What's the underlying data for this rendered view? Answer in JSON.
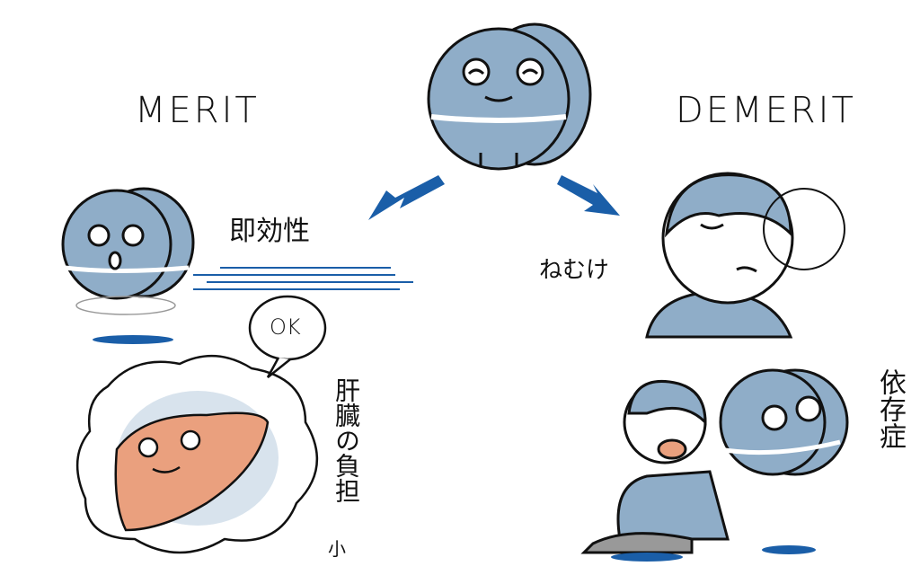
{
  "labels": {
    "merit": "MERIT",
    "demerit": "DEMERIT",
    "fast_acting": "即効性",
    "liver_burden": "肝臓の負担",
    "small": "小",
    "ok": "OK",
    "drowsiness": "ねむけ",
    "dependence": "依存症"
  },
  "colors": {
    "pill": "#8fadc8",
    "arrow": "#1a5ea8",
    "liver": "#eaa07e",
    "shadow": "#1a5ea8"
  }
}
